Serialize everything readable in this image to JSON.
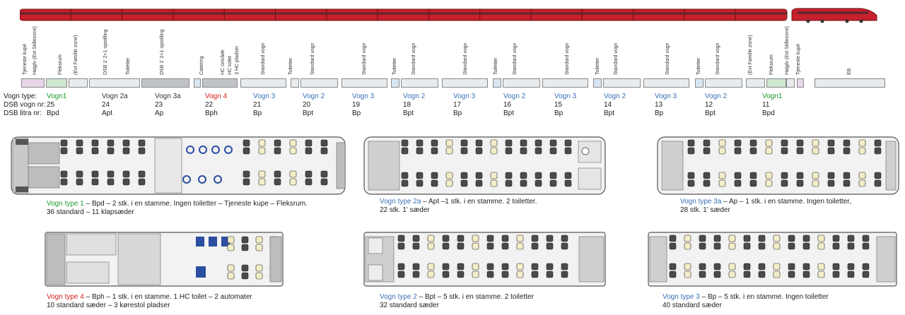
{
  "colors": {
    "train_red": "#c8202c",
    "green": "#1e9a2e",
    "red": "#d42020",
    "blue": "#3a6fb5",
    "block_fill": "#e9ecef",
    "seat": "#4a4a4a",
    "seat1": "#f3edc8",
    "floor": "#c9c9c9"
  },
  "row_labels": {
    "type": "Vogn type:",
    "nr": "DSB vogn nr:",
    "litra": "DSB litra nr:"
  },
  "cars": [
    {
      "type": "Vogn1",
      "type_color": "green",
      "nr": "25",
      "litra": "Bpd"
    },
    {
      "type": "Vogn 2a",
      "type_color": "dark",
      "nr": "24",
      "litra": "Apt"
    },
    {
      "type": "Vogn 3a",
      "type_color": "dark",
      "nr": "23",
      "litra": "Ap"
    },
    {
      "type": "Vogn 4",
      "type_color": "red",
      "nr": "22",
      "litra": "Bph"
    },
    {
      "type": "Vogn 3",
      "type_color": "blue",
      "nr": "21",
      "litra": "Bp"
    },
    {
      "type": "Vogn 2",
      "type_color": "blue",
      "nr": "20",
      "litra": "Bpt"
    },
    {
      "type": "Vogn 3",
      "type_color": "blue",
      "nr": "19",
      "litra": "Bp"
    },
    {
      "type": "Vogn 2",
      "type_color": "blue",
      "nr": "18",
      "litra": "Bpt"
    },
    {
      "type": "Vogn 3",
      "type_color": "blue",
      "nr": "17",
      "litra": "Bp"
    },
    {
      "type": "Vogn 2",
      "type_color": "blue",
      "nr": "16",
      "litra": "Bpt"
    },
    {
      "type": "Vogn 3",
      "type_color": "blue",
      "nr": "15",
      "litra": "Bp"
    },
    {
      "type": "Vogn 2",
      "type_color": "blue",
      "nr": "14",
      "litra": "Bpt"
    },
    {
      "type": "Vogn 3",
      "type_color": "blue",
      "nr": "13",
      "litra": "Bp"
    },
    {
      "type": "Vogn 2",
      "type_color": "blue",
      "nr": "12",
      "litra": "Bpt"
    },
    {
      "type": "Vogn1",
      "type_color": "green",
      "nr": "11",
      "litra": "Bpd"
    }
  ],
  "zone_labels": [
    "Tjeneste kupé",
    "Højglv (Evt Stillezone)",
    "Fleksrum",
    "(Evt Familie zone)",
    "DSB 1' 2+1 opstilling",
    "Toiletter",
    "DSB 1' 2+1 opstilling",
    "Catering",
    "HC område",
    "HC toilet",
    "3 HC pladser",
    "Standard vogn",
    "Toiletter",
    "Standard vogn",
    "Standard vogn",
    "Toiletter",
    "Standard vogn",
    "Standard vogn",
    "Toiletter",
    "Standard vogn",
    "Standard vogn",
    "Toiletter",
    "Standard vogn",
    "Standard vogn",
    "Toiletter",
    "Standard vogn",
    "(Evt Familie zone)",
    "Fleksrum",
    "Højglv (Evt Stillezone)",
    "Tjeneste kupé",
    "EB"
  ],
  "captions": [
    {
      "name": "Vogn type 1",
      "rest": " – Bpd – 2 stk. i en stamme. Ingen toiletter – Tjeneste kupe – Fleksrum.",
      "line2": "36 standard – 11 klapsæder",
      "color": "green"
    },
    {
      "name": "Vogn type 2a",
      "rest": " – Apt –1 stk. i en stamme. 2 toiletter.",
      "line2": "22 stk. 1' sæder",
      "color": "blue"
    },
    {
      "name": "Vogn type 3a",
      "rest": " – Ap – 1 stk. i en stamme. Ingen toiletter,",
      "line2": "28 stk. 1' sæder",
      "color": "blue"
    },
    {
      "name": "Vogn type 4",
      "rest": " – Bph – 1 stk. i en stamme. 1 HC toilet – 2 automater",
      "line2": "10 standard sæder – 3 kørestol pladser",
      "color": "red"
    },
    {
      "name": "Vogn type 2",
      "rest": " – Bpt – 5 stk. i en stamme. 2 toiletter",
      "line2": "32 standard sæder",
      "color": "blue"
    },
    {
      "name": "Vogn type 3",
      "rest": " – Bp – 5 stk. i en stamme. Ingen toiletter",
      "line2": "40 standard sæder",
      "color": "blue"
    }
  ]
}
